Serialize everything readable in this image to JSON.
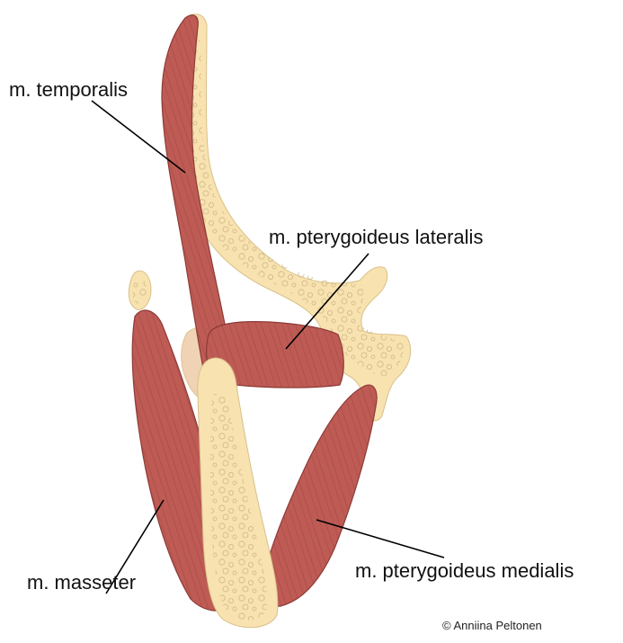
{
  "labels": {
    "temporalis": "m. temporalis",
    "pterygoideus_lateralis": "m. pterygoideus lateralis",
    "masseter": "m. masseter",
    "pterygoideus_medialis": "m. pterygoideus medialis"
  },
  "credit": "© Anniina Peltonen",
  "colors": {
    "muscle": "#bf5b55",
    "muscle_outline": "#8c3a36",
    "muscle_fiber": "#a04843",
    "bone": "#f8e2b0",
    "bone_outline": "#d8c089",
    "bone_texture": "#cdb783",
    "joint_disc": "#f0d2b4",
    "leader_line": "#000000"
  }
}
